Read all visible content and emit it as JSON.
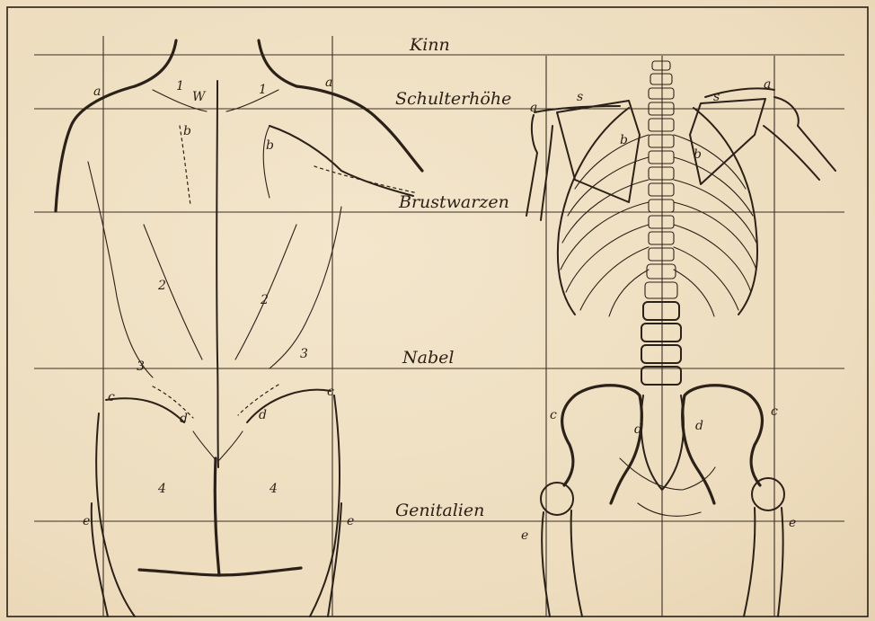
{
  "level_labels": {
    "kinn": "Kinn",
    "schulterhoehe": "Schulterhöhe",
    "brustwarzen": "Brustwarzen",
    "nabel": "Nabel",
    "genitalien": "Genitalien"
  },
  "figure_marks": {
    "a": "a",
    "b": "b",
    "c": "c",
    "d": "d",
    "e": "e",
    "s": "s",
    "w": "W",
    "n1": "1",
    "n2": "2",
    "n3": "3",
    "n4": "4"
  },
  "colors": {
    "paper": "#efe0c4",
    "ink": "#2b2118"
  }
}
